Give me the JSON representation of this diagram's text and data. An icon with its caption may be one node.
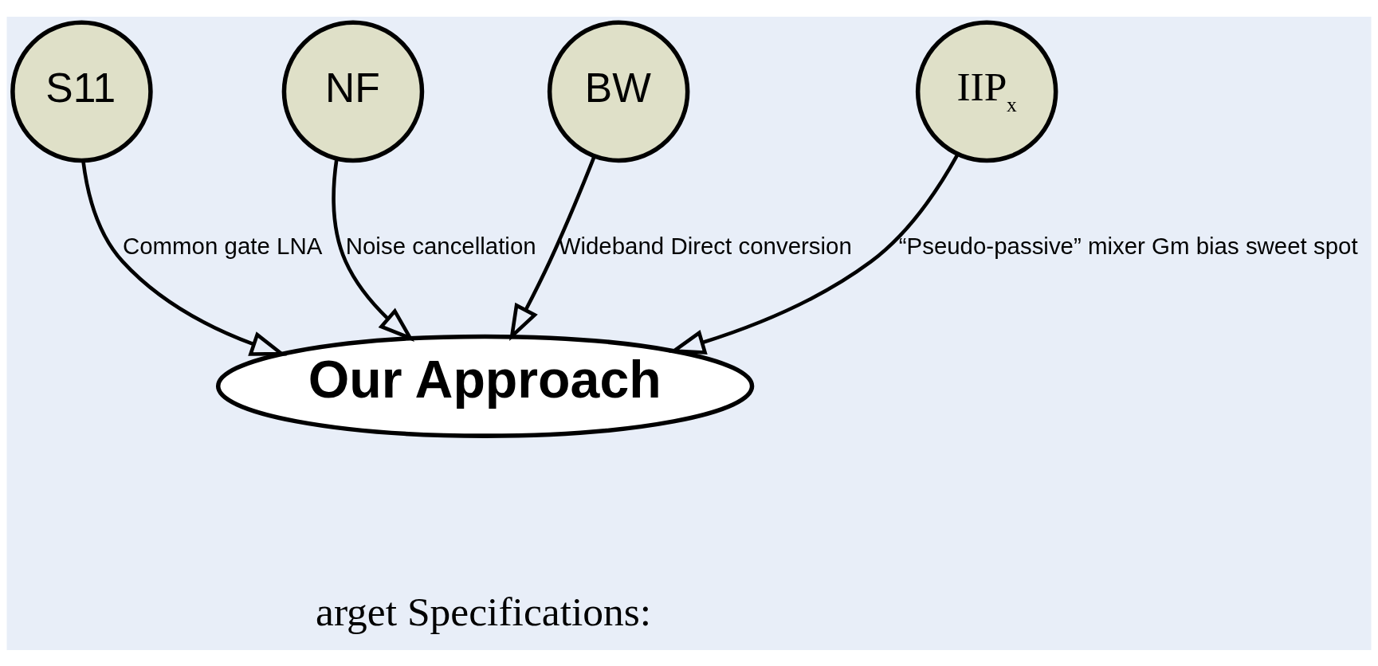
{
  "diagram": {
    "nodes": [
      {
        "text": [
          "S11"
        ]
      },
      {
        "text": [
          "NF"
        ]
      },
      {
        "text": [
          "BW"
        ]
      },
      {
        "text": [
          "IIP$_{x}$"
        ]
      },
      {
        "text": [
          "Our Approach"
        ]
      }
    ],
    "edges": [
      {
        "from": 0,
        "to": 4,
        "arrow": "to",
        "label": "Common gate LNA"
      },
      {
        "from": 1,
        "to": 4,
        "arrow": "to",
        "label": "Noise cancellation"
      },
      {
        "from": 2,
        "to": 4,
        "arrow": "to",
        "label": "Wideband Direct conversion"
      },
      {
        "from": 3,
        "to": 4,
        "arrow": "to",
        "label": "“Pseudo-passive” mixer Gm bias sweet spot"
      }
    ],
    "labels": [
      "arget Specifications:"
    ]
  }
}
